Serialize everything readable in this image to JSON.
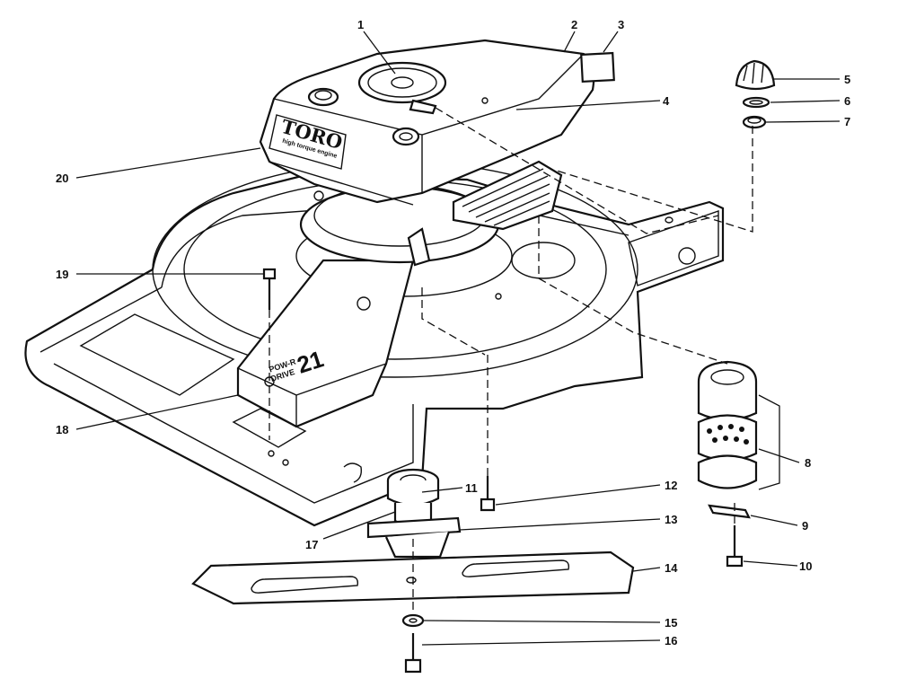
{
  "decals": {
    "brand": "TORO",
    "engine_tagline": "high torque engine",
    "model_number": "21",
    "drive_line1": "POW-R",
    "drive_line2": "DRIVE"
  },
  "callouts": [
    {
      "id": "1",
      "label": "1"
    },
    {
      "id": "2",
      "label": "2"
    },
    {
      "id": "3",
      "label": "3"
    },
    {
      "id": "4",
      "label": "4"
    },
    {
      "id": "5",
      "label": "5"
    },
    {
      "id": "6",
      "label": "6"
    },
    {
      "id": "7",
      "label": "7"
    },
    {
      "id": "8",
      "label": "8"
    },
    {
      "id": "9",
      "label": "9"
    },
    {
      "id": "10",
      "label": "10"
    },
    {
      "id": "11",
      "label": "11"
    },
    {
      "id": "12",
      "label": "12"
    },
    {
      "id": "13",
      "label": "13"
    },
    {
      "id": "14",
      "label": "14"
    },
    {
      "id": "15",
      "label": "15"
    },
    {
      "id": "16",
      "label": "16"
    },
    {
      "id": "17",
      "label": "17"
    },
    {
      "id": "18",
      "label": "18"
    },
    {
      "id": "19",
      "label": "19"
    },
    {
      "id": "20",
      "label": "20"
    }
  ]
}
